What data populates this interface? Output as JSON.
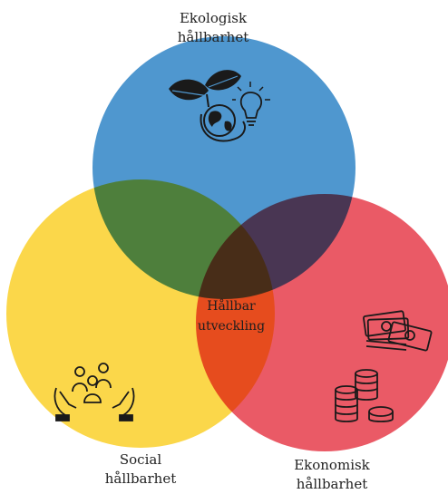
{
  "diagram": {
    "colors": {
      "ecological": "#4f97cf",
      "social": "#fbd74a",
      "economic": "#ea5a66",
      "icon": "#1a1a1a"
    },
    "labels": {
      "ecological": [
        "Ekologisk",
        "hållbarhet"
      ],
      "social": [
        "Social",
        "hållbarhet"
      ],
      "economic": [
        "Ekonomisk",
        "hållbarhet"
      ],
      "center": [
        "Hållbar",
        "utveckling"
      ]
    },
    "icons": {
      "ecological": "eco-globe-lightbulb-icon",
      "social": "hands-people-icon",
      "economic": "money-coins-icon"
    }
  }
}
